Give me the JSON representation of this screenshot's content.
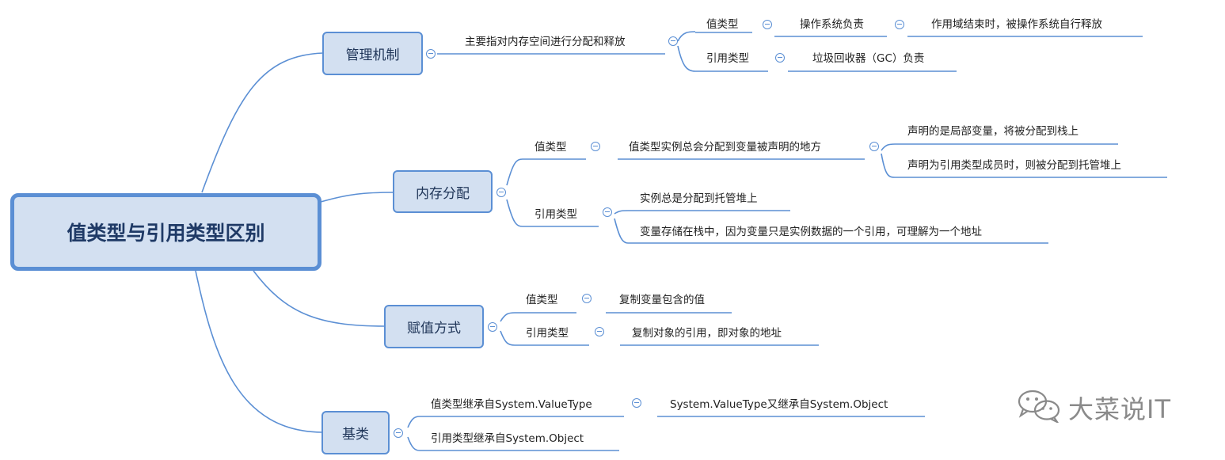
{
  "title": "值类型与引用类型区别",
  "branches": {
    "mgmt": {
      "label": "管理机制",
      "desc": "主要指对内存空间进行分配和释放",
      "value_type": "值类型",
      "value_type_detail": "操作系统负责",
      "value_type_detail2": "作用域结束时，被操作系统自行释放",
      "ref_type": "引用类型",
      "ref_type_detail": "垃圾回收器（GC）负责"
    },
    "memory": {
      "label": "内存分配",
      "value_type": "值类型",
      "value_type_detail": "值类型实例总会分配到变量被声明的地方",
      "value_local": "声明的是局部变量，将被分配到栈上",
      "value_member": "声明为引用类型成员时，则被分配到托管堆上",
      "ref_type": "引用类型",
      "ref_heap": "实例总是分配到托管堆上",
      "ref_stack": "变量存储在栈中，因为变量只是实例数据的一个引用，可理解为一个地址"
    },
    "assign": {
      "label": "赋值方式",
      "value_type": "值类型",
      "value_type_detail": "复制变量包含的值",
      "ref_type": "引用类型",
      "ref_type_detail": "复制对象的引用，即对象的地址"
    },
    "base": {
      "label": "基类",
      "value_base": "值类型继承自System.ValueType",
      "value_base_detail": "System.ValueType又继承自System.Object",
      "ref_base": "引用类型继承自System.Object"
    }
  },
  "watermark": "大菜说IT",
  "colors": {
    "line": "#5b8fd4",
    "box_fill": "#d3e0f1",
    "box_border": "#5b8fd4",
    "root_text": "#1f3a66"
  }
}
